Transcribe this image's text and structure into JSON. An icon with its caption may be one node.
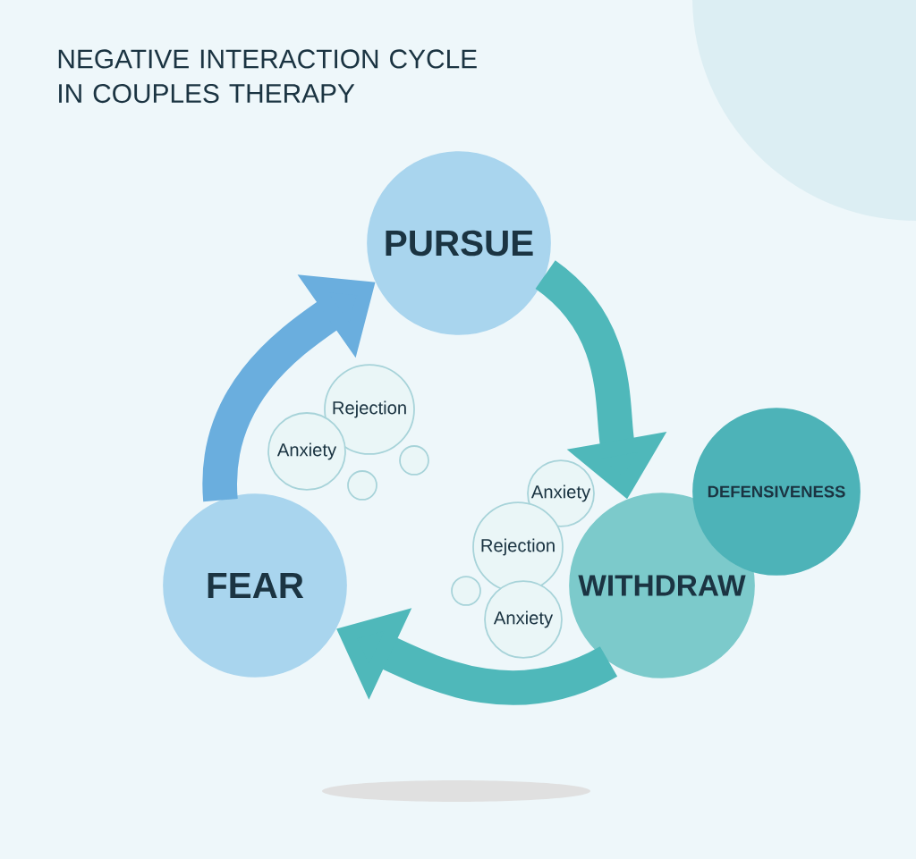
{
  "diagram": {
    "title": "NEGATIVE INTERACTION CYCLE IN COUPLES THERAPY",
    "nodes": [
      {
        "text": [
          "PURSUE"
        ]
      },
      {
        "text": [
          "DEFENSIVENESS"
        ]
      },
      {
        "text": [
          "WITHDRAW"
        ]
      },
      {
        "text": [
          "FEAR"
        ]
      },
      {
        "text": [
          "Rejection"
        ]
      },
      {
        "text": [
          "Anxiety"
        ]
      },
      {
        "text": [],
        "shape": "circle"
      },
      {
        "text": [],
        "shape": "circle"
      },
      {
        "text": [
          "Anxiety"
        ]
      },
      {
        "text": [
          "Rejection"
        ]
      },
      {
        "text": [],
        "shape": "circle"
      },
      {
        "text": [
          "Anxiety"
        ]
      }
    ],
    "edges": [
      {
        "from": 0,
        "to": 2,
        "arrow": "to"
      },
      {
        "from": 2,
        "to": 3,
        "arrow": "to"
      },
      {
        "from": 3,
        "to": 0,
        "arrow": "to",
        "color": "#6aaede"
      }
    ]
  }
}
